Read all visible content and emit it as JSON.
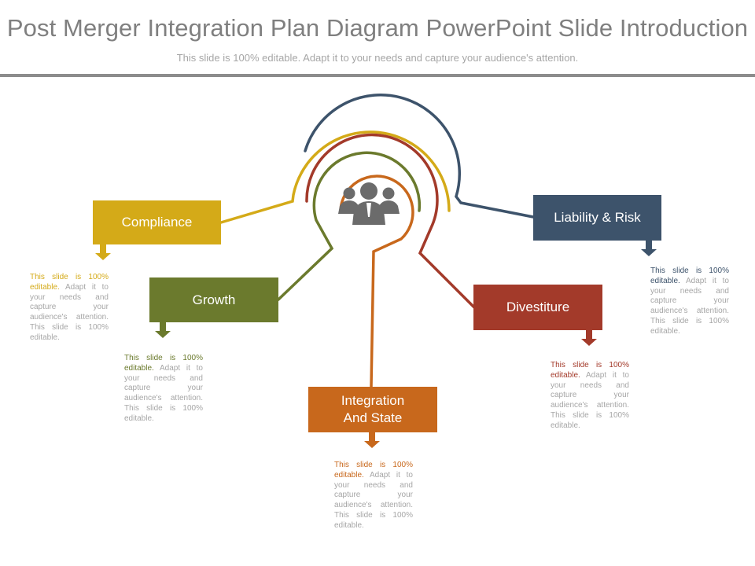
{
  "slide": {
    "title": "Post Merger Integration Plan Diagram PowerPoint Slide Introduction",
    "subtitle": "This slide is 100% editable. Adapt it to your needs and capture your audience's attention."
  },
  "colors": {
    "compliance": "#d4aa18",
    "growth": "#6b7a2d",
    "integration": "#c8681c",
    "divestiture": "#a33a2a",
    "liability": "#3d536b",
    "muted_text": "#a6a6a6"
  },
  "center_icon": "people-group-icon",
  "nodes": [
    {
      "id": "compliance",
      "label": "Compliance",
      "desc_lead": "This slide is 100% editable.",
      "desc_rest": "Adapt it to your needs and capture your audience's attention. This slide is 100% editable."
    },
    {
      "id": "growth",
      "label": "Growth",
      "desc_lead": "This slide is 100% editable.",
      "desc_rest": "Adapt it to your needs and capture your audience's attention. This slide is 100% editable."
    },
    {
      "id": "integration",
      "label": "Integration And State",
      "desc_lead": "This slide is 100% editable.",
      "desc_rest": "Adapt it to your needs and capture your audience's attention. This slide is 100% editable."
    },
    {
      "id": "divestiture",
      "label": "Divestiture",
      "desc_lead": "This slide is 100% editable.",
      "desc_rest": "Adapt it to your needs and capture your audience's attention. This slide is 100% editable."
    },
    {
      "id": "liability",
      "label": "Liability & Risk",
      "desc_lead": "This slide is 100% editable.",
      "desc_rest": "Adapt it to your needs and capture your audience's attention. This slide is 100% editable."
    }
  ]
}
